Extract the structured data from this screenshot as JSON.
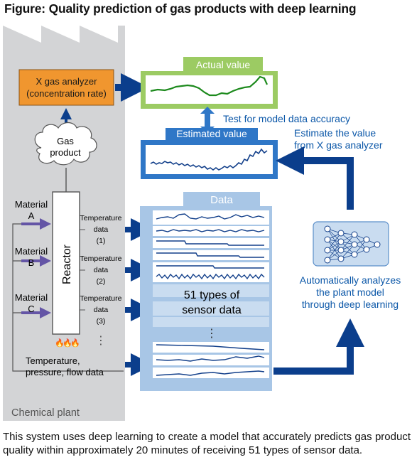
{
  "figure_title": "Figure: Quality prediction of gas products with deep learning",
  "analyzer": {
    "line1": "X gas analyzer",
    "line2": "(concentration rate)"
  },
  "gas_product": {
    "line1": "Gas",
    "line2": "product"
  },
  "actual_value": {
    "label": "Actual value"
  },
  "test_label": "Test for model data accuracy",
  "estimated_value": {
    "label": "Estimated value"
  },
  "estimate_note": {
    "line1": "Estimate the value",
    "line2": "from X gas analyzer"
  },
  "data_panel": {
    "label": "Data",
    "center_line1": "51 types of",
    "center_line2": "sensor data",
    "ellipsis": "⋮"
  },
  "reactor": {
    "label": "Reactor",
    "flame_glyph": "🔥"
  },
  "materials": [
    {
      "line1": "Material",
      "line2": "A"
    },
    {
      "line1": "Material",
      "line2": "B"
    },
    {
      "line1": "Material",
      "line2": "C"
    }
  ],
  "temperature_data": [
    {
      "line1": "Temperature",
      "line2": "data",
      "line3": "(1)"
    },
    {
      "line1": "Temperature",
      "line2": "data",
      "line3": "(2)"
    },
    {
      "line1": "Temperature",
      "line2": "data",
      "line3": "(3)"
    }
  ],
  "temp_ellipsis": "⋮",
  "tpf": {
    "line1": "Temperature,",
    "line2": "pressure, flow data"
  },
  "deep_learning": {
    "line1": "Automatically analyzes",
    "line2": "the plant model",
    "line3": "through deep learning"
  },
  "plant_label": "Chemical plant",
  "caption": "This system uses deep learning to create a model that accurately predicts gas product quality within approximately 20 minutes of receiving 51 types of sensor data.",
  "colors": {
    "plant_gray": "#d3d4d6",
    "analyzer_orange": "#f0962f",
    "arrow_navy": "#0b3e8c",
    "actual_green": "#9ccb63",
    "actual_line": "#1d8a1d",
    "estimated_blue": "#2f77c7",
    "estimated_line": "#123f8a",
    "data_blue": "#a8c6e6",
    "purple_arrow": "#6455a6",
    "accent_text": "#0b57a8"
  }
}
